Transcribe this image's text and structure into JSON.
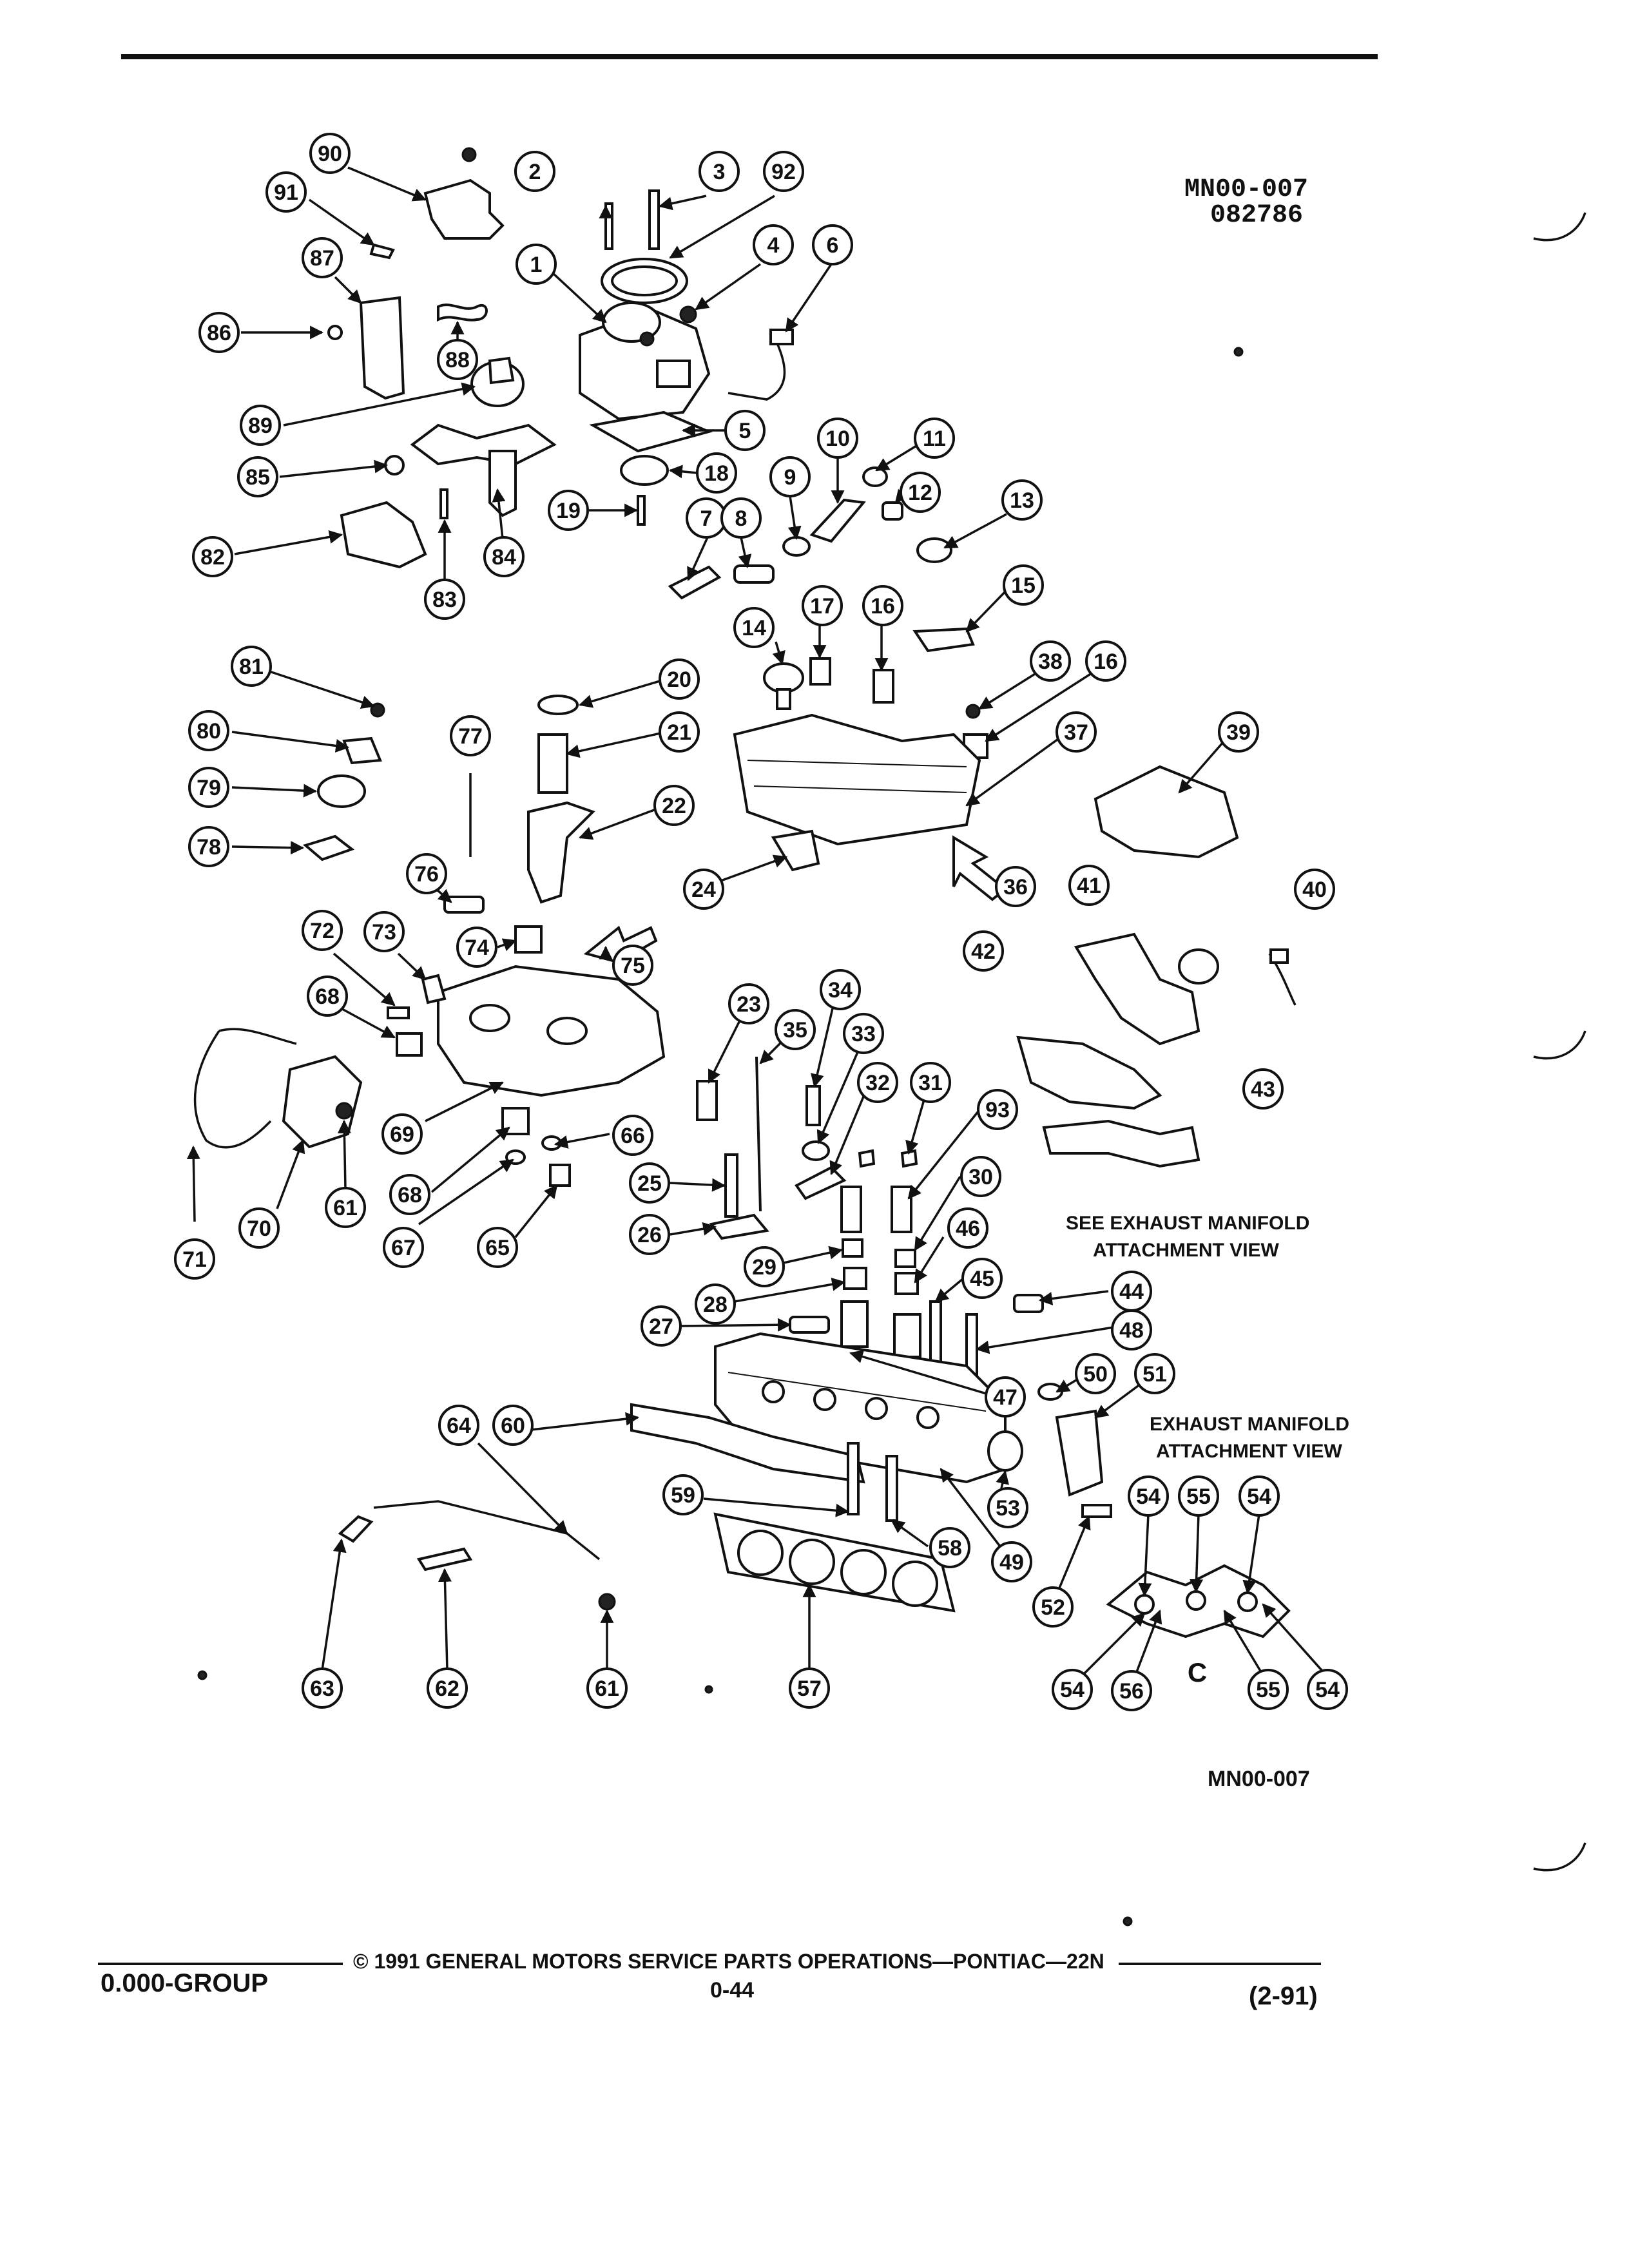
{
  "header": {
    "figure_code": "MN00-007",
    "figure_number": "082786"
  },
  "notes": {
    "exhaust_see": "SEE EXHAUST MANIFOLD",
    "exhaust_see_2": "ATTACHMENT VIEW",
    "exhaust_view": "EXHAUST MANIFOLD",
    "exhaust_view_2": "ATTACHMENT VIEW",
    "inset_mark": "C"
  },
  "footer": {
    "figure_code": "MN00-007",
    "group": "0.000-GROUP",
    "copyright": "© 1991 GENERAL MOTORS SERVICE PARTS OPERATIONS—PONTIAC—22N",
    "page": "0-44",
    "revision": "(2-91)"
  },
  "callouts": [
    "1",
    "2",
    "3",
    "4",
    "5",
    "6",
    "7",
    "8",
    "9",
    "10",
    "11",
    "12",
    "13",
    "14",
    "15",
    "16",
    "16",
    "17",
    "18",
    "19",
    "20",
    "21",
    "22",
    "23",
    "24",
    "25",
    "26",
    "27",
    "28",
    "29",
    "30",
    "31",
    "32",
    "33",
    "34",
    "35",
    "36",
    "37",
    "38",
    "39",
    "40",
    "41",
    "42",
    "43",
    "44",
    "45",
    "46",
    "47",
    "48",
    "49",
    "50",
    "51",
    "52",
    "53",
    "54",
    "54",
    "54",
    "54",
    "55",
    "55",
    "56",
    "57",
    "58",
    "59",
    "60",
    "61",
    "61",
    "62",
    "63",
    "64",
    "65",
    "66",
    "67",
    "68",
    "68",
    "69",
    "70",
    "71",
    "72",
    "73",
    "74",
    "75",
    "76",
    "77",
    "78",
    "79",
    "80",
    "81",
    "82",
    "83",
    "84",
    "85",
    "86",
    "87",
    "88",
    "89",
    "90",
    "91",
    "92",
    "93"
  ]
}
